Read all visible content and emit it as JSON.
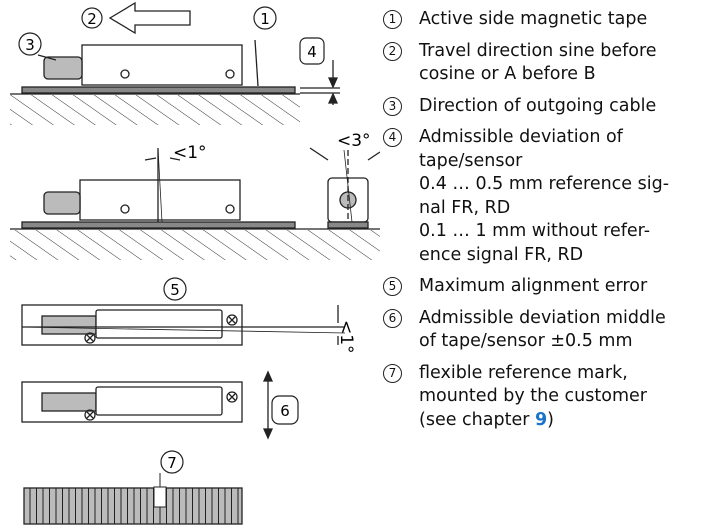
{
  "figure": {
    "markers": [
      "1",
      "2",
      "3",
      "4",
      "5",
      "6",
      "7"
    ],
    "angle_labels": {
      "tilt_side": "<1°",
      "tilt_end": "<3°",
      "yaw": "<1°"
    }
  },
  "legend": [
    {
      "num": "1",
      "lines": [
        "Active side magnetic tape"
      ]
    },
    {
      "num": "2",
      "lines": [
        "Travel direction sine before",
        "cosine or A before B"
      ]
    },
    {
      "num": "3",
      "lines": [
        "Direction of outgoing cable"
      ]
    },
    {
      "num": "4",
      "lines": [
        "Admissible deviation of",
        "tape/sensor",
        "0.4 … 0.5 mm reference sig-",
        "nal FR, RD",
        "0.1 … 1 mm without refer-",
        "ence signal FR, RD"
      ]
    },
    {
      "num": "5",
      "lines": [
        "Maximum alignment error"
      ]
    },
    {
      "num": "6",
      "lines": [
        "Admissible deviation middle",
        "of tape/sensor ±0.5 mm"
      ]
    },
    {
      "num": "7",
      "lines": [
        "flexible reference mark,",
        "mounted by the customer"
      ],
      "tail": {
        "before": "(see chapter ",
        "link": "9",
        "after": ")"
      }
    }
  ],
  "colors": {
    "accent": "#1a73c9",
    "line": "#222222"
  }
}
